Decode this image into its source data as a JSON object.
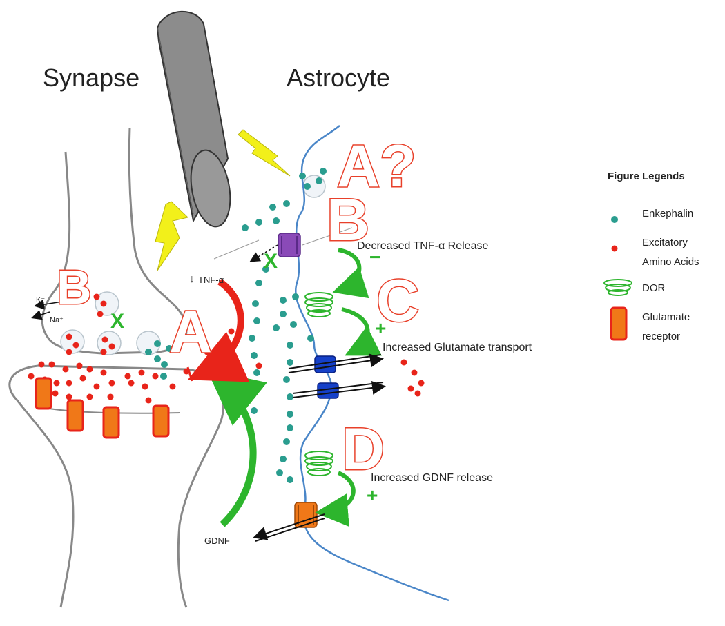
{
  "titles": {
    "synapse": "Synapse",
    "astrocyte": "Astrocyte"
  },
  "markers": {
    "a_question": "A?",
    "b_astro": "B",
    "c": "C",
    "d": "D",
    "a_synapse": "A",
    "b_synapse": "B"
  },
  "labels": {
    "tnf_release": "Decreased TNF-α Release",
    "glutamate_transport": "Increased Glutamate transport",
    "gdnf_release": "Increased GDNF release",
    "tnf": "TNF-α",
    "gdnf": "GDNF",
    "k_ion": "K⁺",
    "na_ion": "Na⁺",
    "tnf_down": "↓"
  },
  "signs": {
    "minus": "−",
    "plus_c": "+",
    "plus_d": "+",
    "x_astro": "X",
    "x_synapse": "X"
  },
  "legend": {
    "title": "Figure Legends",
    "items": [
      {
        "key": "enkephalin",
        "label": "Enkephalin"
      },
      {
        "key": "eaa_1",
        "label": "Excitatory"
      },
      {
        "key": "eaa_2",
        "label": "Amino Acids"
      },
      {
        "key": "dor",
        "label": "DOR"
      },
      {
        "key": "glu_1",
        "label": "Glutamate"
      },
      {
        "key": "glu_2",
        "label": "receptor"
      }
    ]
  },
  "colors": {
    "enkephalin": "#2a9d8f",
    "excitatory": "#e8241a",
    "dor": "#2db52d",
    "receptor_fill": "#f07818",
    "receptor_stroke": "#e8241a",
    "membrane_astro": "#4a86c8",
    "membrane_neuron": "#888888",
    "lightning": "#f2f01a",
    "transporter": "#1540c8",
    "tnf_channel": "#8a4ab8",
    "gdnf_channel": "#f07818",
    "marker_outline": "#e8402a"
  },
  "icons": [
    "lightning-icon",
    "electrode-icon",
    "dor-icon",
    "glutamate-receptor-icon",
    "transporter-icon",
    "arrow-icon"
  ]
}
